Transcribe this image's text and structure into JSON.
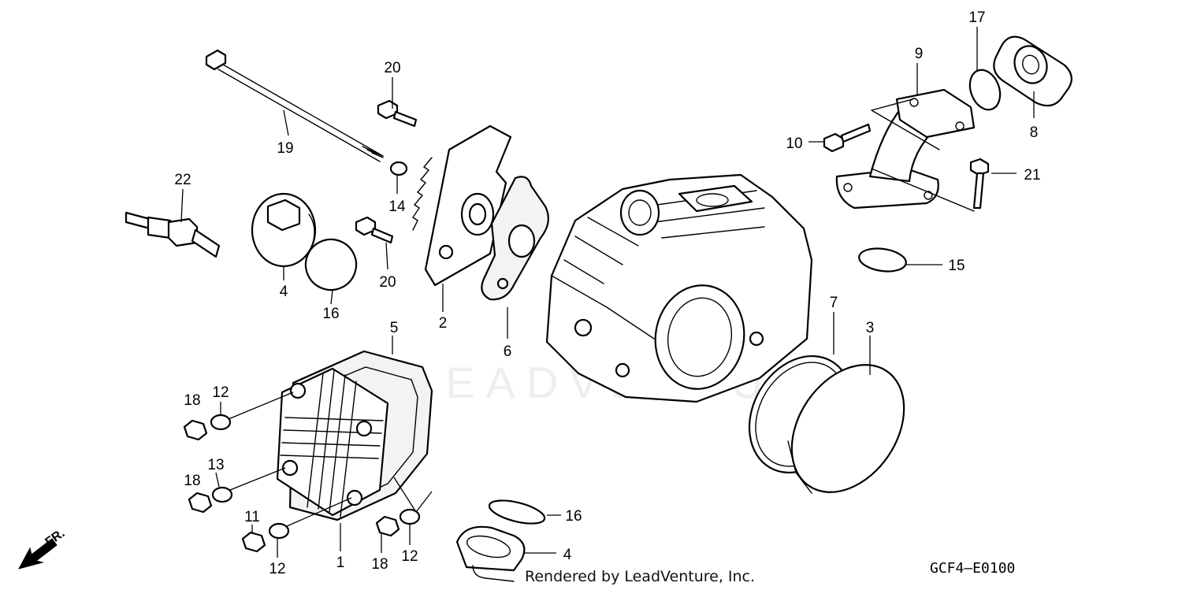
{
  "watermark": "LEADVENTURE",
  "footer": {
    "credit": "Rendered by LeadVenture, Inc.",
    "code": "GCF4—E0100",
    "front_label": "FR."
  },
  "callouts": [
    "1",
    "2",
    "3",
    "4",
    "5",
    "6",
    "7",
    "8",
    "9",
    "10",
    "11",
    "12",
    "13",
    "14",
    "15",
    "16",
    "17",
    "18",
    "19",
    "20",
    "21",
    "22"
  ],
  "labels": {
    "l1": "1",
    "l2": "2",
    "l3": "3",
    "l4a": "4",
    "l4b": "4",
    "l5": "5",
    "l6": "6",
    "l7": "7",
    "l8": "8",
    "l9": "9",
    "l10": "10",
    "l11": "11",
    "l12a": "12",
    "l12b": "12",
    "l12c": "12",
    "l13": "13",
    "l14": "14",
    "l15": "15",
    "l16a": "16",
    "l16b": "16",
    "l17": "17",
    "l18a": "18",
    "l18b": "18",
    "l18c": "18",
    "l19": "19",
    "l20a": "20",
    "l20b": "20",
    "l21": "21",
    "l22": "22"
  }
}
